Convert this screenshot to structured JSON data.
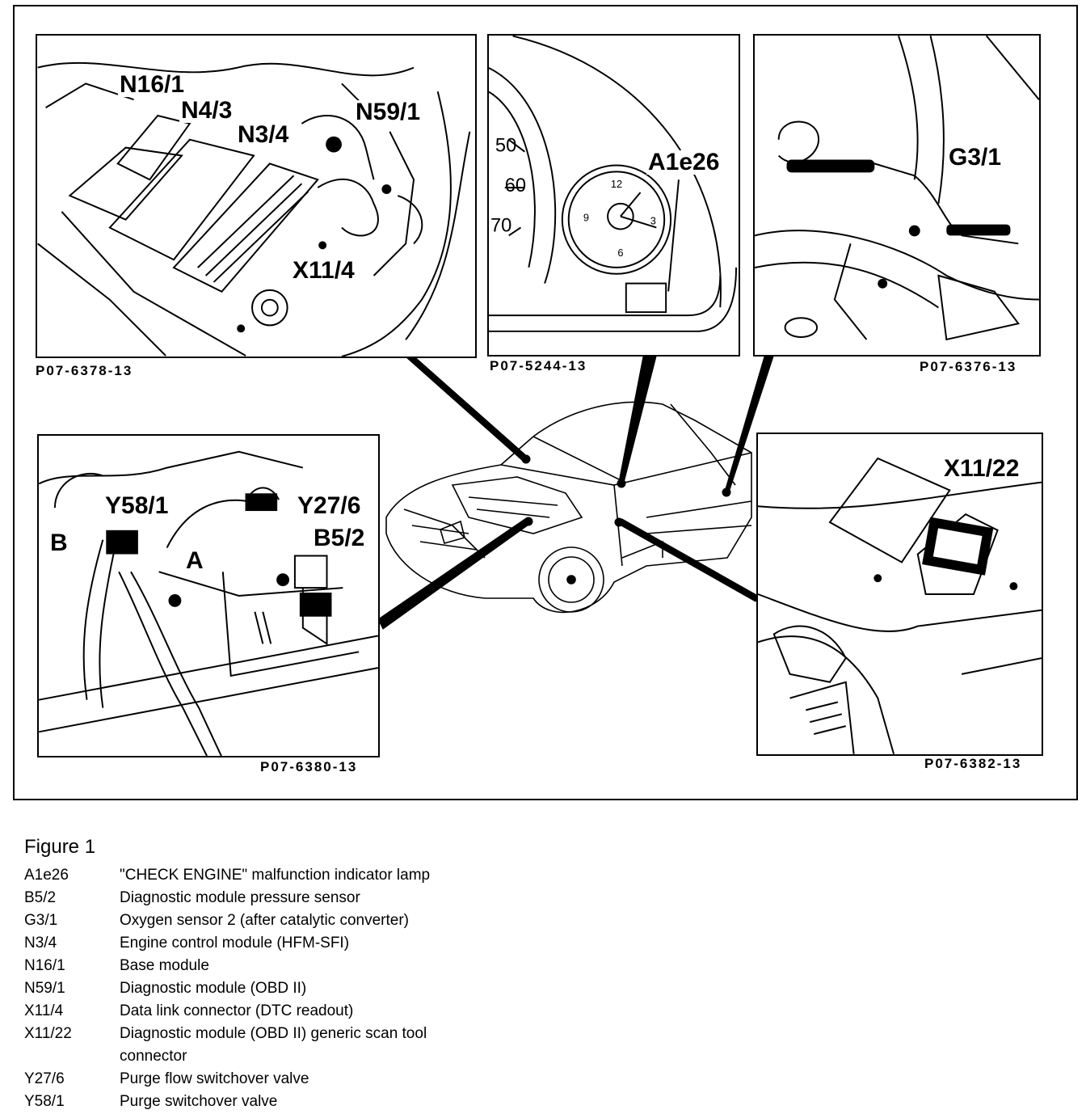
{
  "panels": {
    "engine_bay": {
      "code": "P07-6378-13",
      "callouts": [
        "N16/1",
        "N4/3",
        "N3/4",
        "N59/1",
        "X11/4"
      ]
    },
    "instrument_cluster": {
      "code": "P07-5244-13",
      "callouts": [
        "A1e26"
      ],
      "gauge_numbers": [
        "50",
        "60",
        "70"
      ],
      "clock_numbers": [
        "12",
        "3",
        "6",
        "9"
      ]
    },
    "exhaust": {
      "code": "P07-6376-13",
      "callouts": [
        "G3/1"
      ]
    },
    "purge": {
      "code": "P07-6380-13",
      "callouts": [
        "Y58/1",
        "Y27/6",
        "B5/2",
        "B",
        "A"
      ]
    },
    "footwell": {
      "code": "P07-6382-13",
      "callouts": [
        "X11/22"
      ]
    }
  },
  "legend": {
    "title": "Figure 1",
    "items": [
      {
        "code": "A1e26",
        "desc": "\"CHECK ENGINE\" malfunction indicator lamp"
      },
      {
        "code": "B5/2",
        "desc": "Diagnostic module pressure sensor"
      },
      {
        "code": "G3/1",
        "desc": "Oxygen sensor 2 (after catalytic converter)"
      },
      {
        "code": "N3/4",
        "desc": "Engine control module (HFM-SFI)"
      },
      {
        "code": "N16/1",
        "desc": "Base module"
      },
      {
        "code": "N59/1",
        "desc": "Diagnostic module (OBD II)"
      },
      {
        "code": "X11/4",
        "desc": "Data link connector (DTC readout)"
      },
      {
        "code": "X11/22",
        "desc": "Diagnostic module (OBD II) generic scan tool"
      },
      {
        "code": "",
        "desc": "connector"
      },
      {
        "code": "Y27/6",
        "desc": "Purge flow switchover valve"
      },
      {
        "code": "Y58/1",
        "desc": "Purge switchover valve"
      }
    ]
  }
}
